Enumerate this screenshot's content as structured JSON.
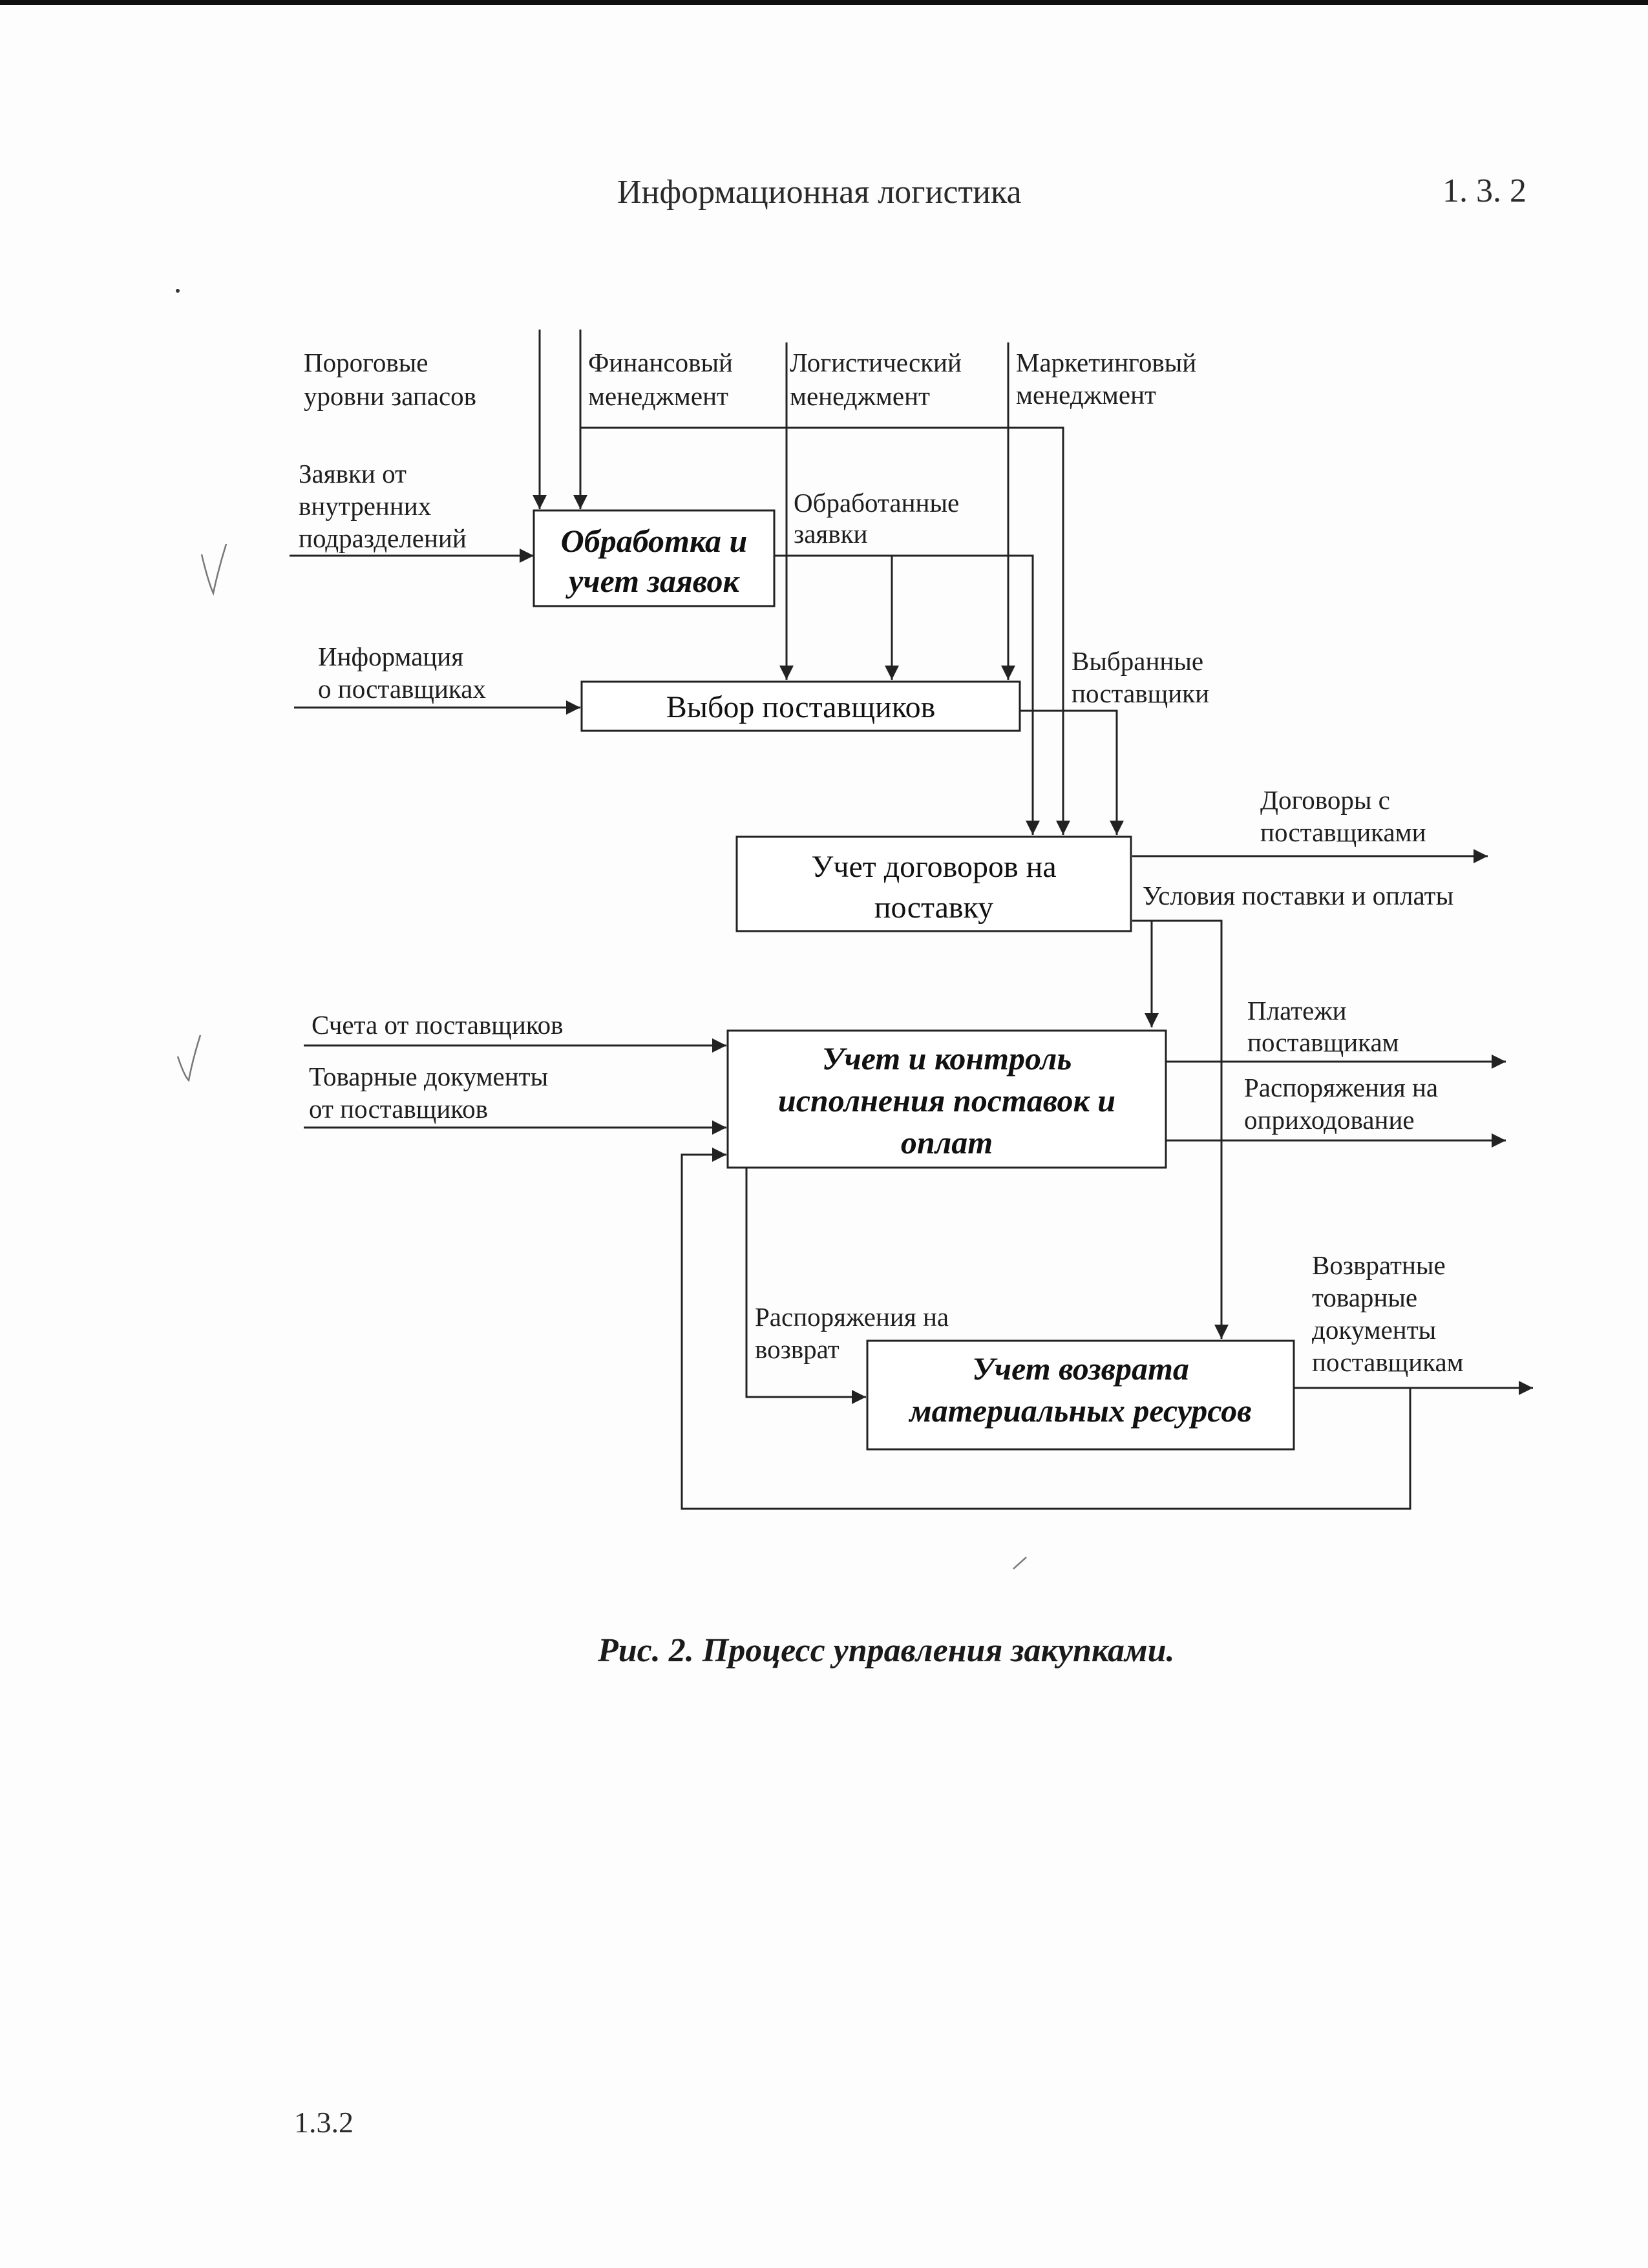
{
  "header": {
    "title": "Информационная логистика",
    "section": "1. 3. 2"
  },
  "footer": {
    "page": "1.3.2"
  },
  "caption": "Рис. 2. Процесс управления закупками.",
  "boxes": {
    "processing": [
      "Обработка и",
      "учет заявок"
    ],
    "selection": [
      "Выбор поставщиков"
    ],
    "contracts": [
      "Учет договоров на",
      "поставку"
    ],
    "control": [
      "Учет и контроль",
      "исполнения поставок и",
      "оплат"
    ],
    "returns": [
      "Учет возврата",
      "материальных ресурсов"
    ]
  },
  "labels": {
    "thresholds": [
      "Пороговые",
      "уровни запасов"
    ],
    "financial": [
      "Финансовый",
      "менеджмент"
    ],
    "logistics": [
      "Логистический",
      "менеджмент"
    ],
    "marketing": [
      "Маркетинговый",
      "менеджмент"
    ],
    "requests": [
      "Заявки от",
      "внутренних",
      "подразделений"
    ],
    "processed": [
      "Обработанные",
      "заявки"
    ],
    "supplier_info": [
      "Информация",
      "о поставщиках"
    ],
    "selected": [
      "Выбранные",
      "поставщики"
    ],
    "contracts_out": [
      "Договоры с",
      "поставщиками"
    ],
    "terms": [
      "Условия поставки и оплаты"
    ],
    "invoices": [
      "Счета от поставщиков"
    ],
    "goods_docs": [
      "Товарные документы",
      "от поставщиков"
    ],
    "payments": [
      "Платежи",
      "поставщикам"
    ],
    "receipt_orders": [
      "Распоряжения на",
      "оприходование"
    ],
    "return_orders": [
      "Распоряжения на",
      "возврат"
    ],
    "return_docs": [
      "Возвратные",
      "товарные",
      "документы",
      "поставщикам"
    ]
  }
}
